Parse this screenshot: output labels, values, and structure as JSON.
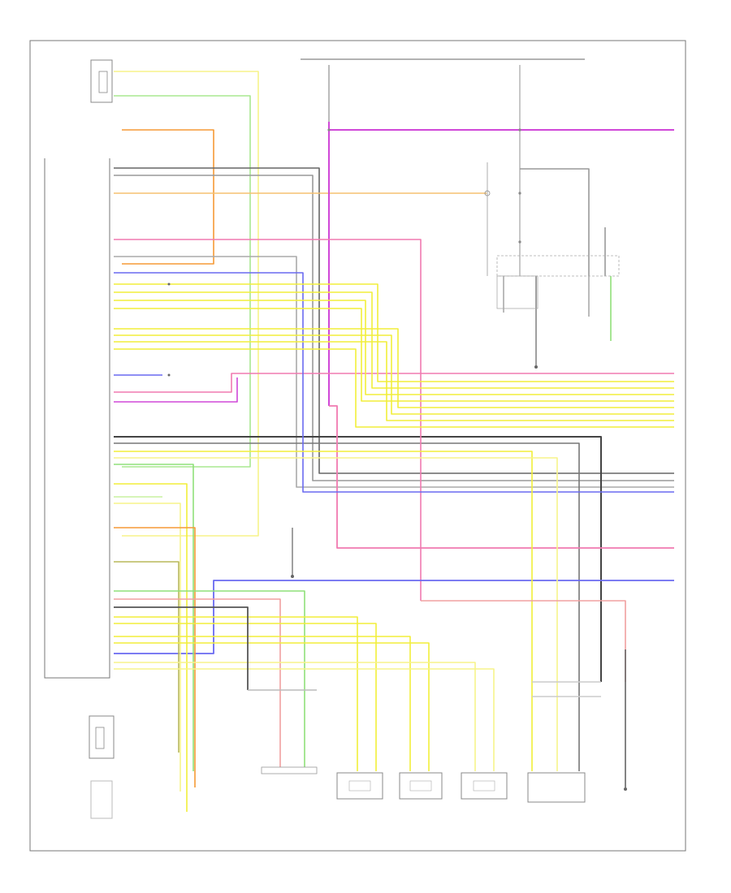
{
  "diagram": {
    "footer_code": "",
    "components": [
      {
        "id": "left-front-impact-sensor",
        "lines": [
          "",
          "",
          "",
          "",
          ""
        ]
      },
      {
        "id": "data-link-connector",
        "lines": [
          "",
          "",
          "",
          "",
          ""
        ]
      },
      {
        "id": "airbag-control-module",
        "lines": [
          "",
          "",
          "",
          "",
          "",
          ""
        ]
      },
      {
        "id": "combination-meter",
        "lines": [
          "",
          ""
        ]
      },
      {
        "id": "right-front-impact-sensor",
        "lines": [
          "",
          "",
          "",
          "",
          "",
          "",
          ""
        ]
      },
      {
        "id": "left-front-impact-sensor-2",
        "lines": [
          "",
          "",
          "",
          "",
          "",
          "",
          ""
        ]
      },
      {
        "id": "fuse-block",
        "lines": [
          "",
          "",
          "",
          ""
        ]
      },
      {
        "id": "srs-unit-ground",
        "lines": [
          "",
          "",
          ""
        ]
      },
      {
        "id": "passenger-seat-belt-tensioner",
        "lines": [
          "",
          "",
          "",
          ""
        ]
      },
      {
        "id": "front-passenger-airbag",
        "lines": [
          "",
          "",
          "",
          "",
          "",
          ""
        ]
      },
      {
        "id": "front-passenger-side-airbag",
        "lines": [
          "",
          "",
          "",
          "",
          "",
          ""
        ]
      },
      {
        "id": "right-side-curtain-airbag",
        "lines": [
          "",
          "",
          "",
          "",
          "",
          ""
        ]
      },
      {
        "id": "left-side-airbag",
        "lines": [
          "",
          "",
          "",
          "",
          "",
          ""
        ]
      },
      {
        "id": "driver-seat-belt-tensioner",
        "lines": [
          "",
          "",
          "",
          "",
          "",
          ""
        ]
      },
      {
        "id": "ground-2",
        "lines": [
          "",
          "",
          "",
          ""
        ]
      }
    ],
    "top_labels": [
      "",
      ""
    ],
    "module_pin_labels": [
      "",
      "",
      "",
      "",
      "",
      "",
      "",
      "",
      "",
      "",
      "",
      "",
      "",
      "",
      "",
      "",
      "",
      "",
      "",
      "",
      "",
      "",
      "",
      "",
      "",
      "",
      "",
      "",
      "",
      "",
      "",
      "",
      "",
      "",
      "",
      "",
      "",
      "",
      "",
      "",
      "",
      "",
      "",
      "",
      "",
      "",
      "",
      "",
      "",
      "",
      "",
      "",
      "",
      "",
      "",
      ""
    ],
    "colors": {
      "yellow": "#f2ee3a",
      "light_yellow": "#f7f38a",
      "green": "#8fe07a",
      "orange": "#f59a36",
      "pink": "#f07ab0",
      "magenta": "#d048d8",
      "blue": "#6a6af0",
      "black": "#444444",
      "gray": "#9a9a9a",
      "red": "#f0a0a0",
      "olive": "#b8b85a",
      "light_green": "#c8f0a0"
    }
  }
}
